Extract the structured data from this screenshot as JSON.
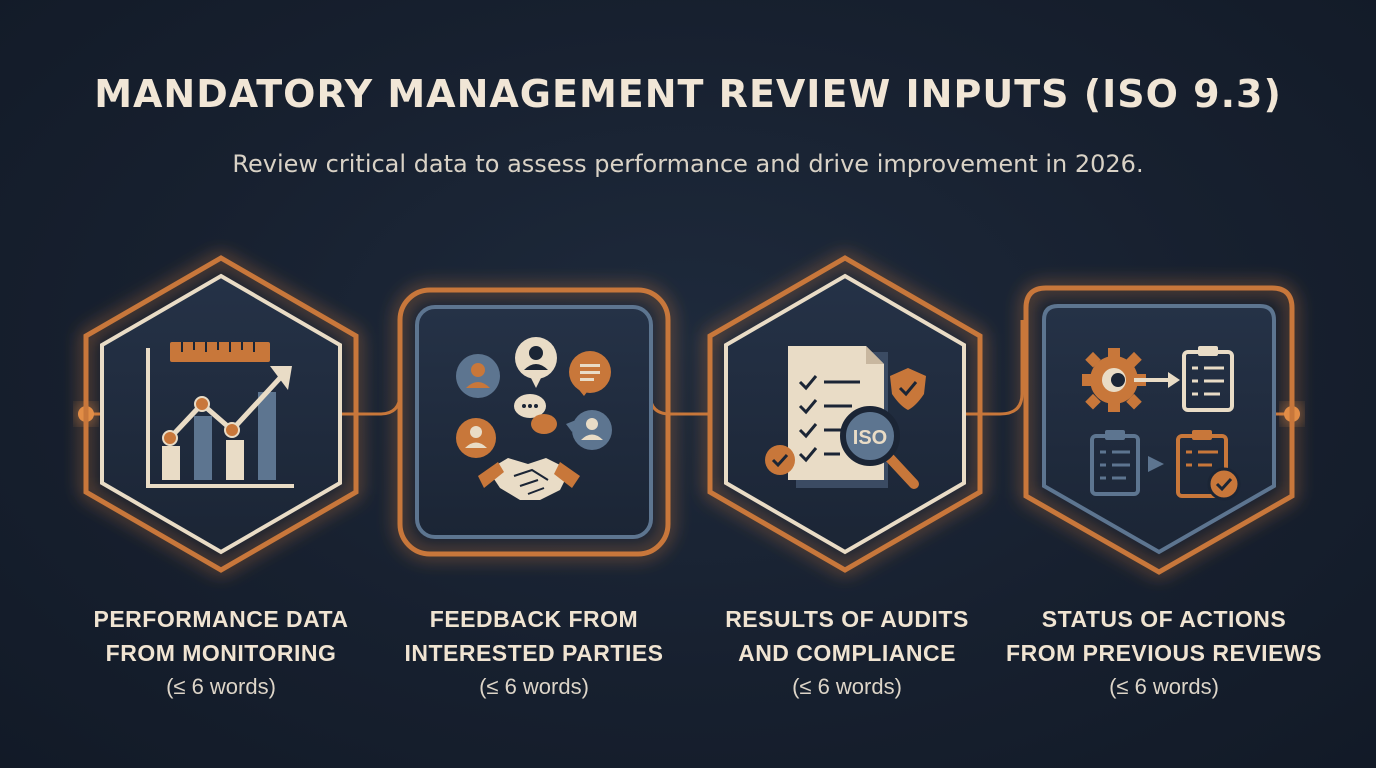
{
  "header": {
    "title": "MANDATORY MANAGEMENT REVIEW INPUTS (ISO 9.3)",
    "subtitle": "Review critical data to assess performance and drive improvement in 2026."
  },
  "colors": {
    "background": "#17202f",
    "accent_copper": "#c8773a",
    "frame_cream": "#e9dcc6",
    "slate_blue": "#5d7590",
    "text_cream": "#f1e6d6"
  },
  "cards": [
    {
      "id": "performance",
      "title_line1": "PERFORMANCE DATA",
      "title_line2": "FROM MONITORING",
      "note": "(≤ 6 words)",
      "icon": "bar-chart-trend-icon"
    },
    {
      "id": "feedback",
      "title_line1": "FEEDBACK FROM",
      "title_line2": "INTERESTED PARTIES",
      "note": "(≤ 6 words)",
      "icon": "people-chat-handshake-icon"
    },
    {
      "id": "audits",
      "title_line1": "RESULTS OF AUDITS",
      "title_line2": "AND COMPLIANCE",
      "note": "(≤ 6 words)",
      "icon": "checklist-magnifier-iso-icon",
      "icon_label": "ISO"
    },
    {
      "id": "actions",
      "title_line1": "STATUS OF ACTIONS",
      "title_line2": "FROM PREVIOUS REVIEWS",
      "note": "(≤ 6 words)",
      "icon": "gear-clipboard-status-icon"
    }
  ]
}
